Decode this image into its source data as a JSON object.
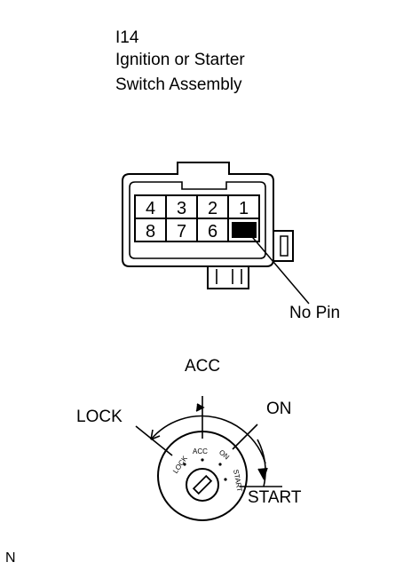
{
  "connector": {
    "code": "I14",
    "name_line1": "Ignition or Starter",
    "name_line2": "Switch Assembly",
    "pins_top": [
      "4",
      "3",
      "2",
      "1"
    ],
    "pins_bottom": [
      "8",
      "7",
      "6"
    ],
    "no_pin_label": "No Pin"
  },
  "switch": {
    "positions": {
      "acc": "ACC",
      "lock": "LOCK",
      "on": "ON",
      "start": "START"
    },
    "face": {
      "lock": "LOCK",
      "acc": "ACC",
      "on": "ON",
      "start": "START"
    }
  },
  "corner_mark": "N"
}
